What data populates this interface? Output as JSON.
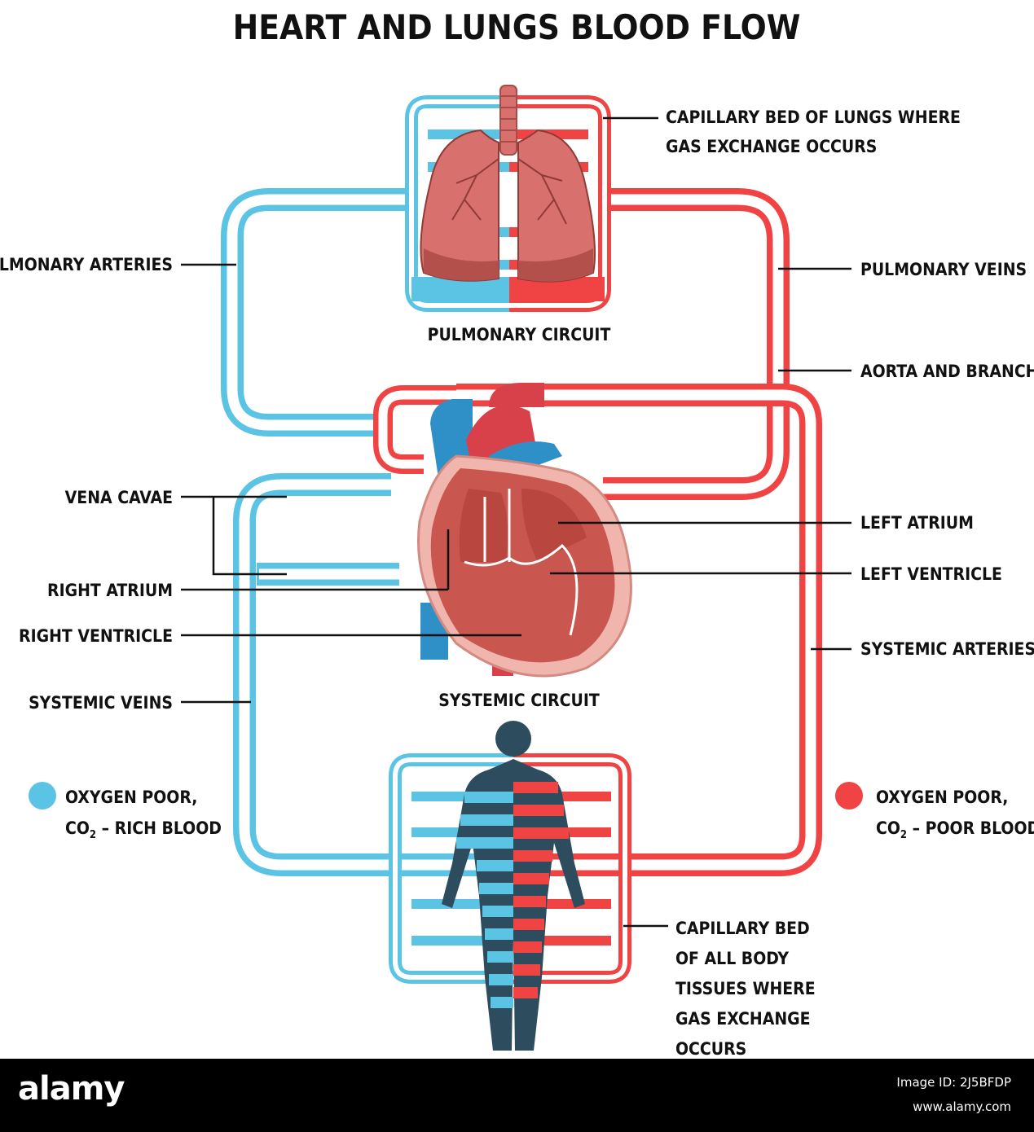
{
  "title": "HEART AND LUNGS BLOOD FLOW",
  "labels": {
    "capillary_lungs_1": "CAPILLARY BED OF LUNGS WHERE",
    "capillary_lungs_2": "GAS EXCHANGE OCCURS",
    "pulmonary_arteries": "PULMONARY ARTERIES",
    "pulmonary_veins": "PULMONARY VEINS",
    "pulmonary_circuit": "PULMONARY CIRCUIT",
    "aorta": "AORTA AND BRANCHES",
    "vena_cavae": "VENA CAVAE",
    "left_atrium": "LEFT ATRIUM",
    "left_ventricle": "LEFT VENTRICLE",
    "right_atrium": "RIGHT ATRIUM",
    "right_ventricle": "RIGHT VENTRICLE",
    "systemic_arteries": "SYSTEMIC ARTERIES",
    "systemic_veins": "SYSTEMIC VEINS",
    "systemic_circuit": "SYSTEMIC CIRCUIT",
    "capillary_body_1": "CAPILLARY BED",
    "capillary_body_2": "OF ALL BODY",
    "capillary_body_3": "TISSUES WHERE",
    "capillary_body_4": "GAS EXCHANGE",
    "capillary_body_5": "OCCURS"
  },
  "legend": {
    "blue_line1": "OXYGEN POOR,",
    "blue_co2": "CO",
    "blue_sub": "2",
    "blue_rest": " – RICH BLOOD",
    "red_line1": "OXYGEN POOR,",
    "red_co2": "CO",
    "red_sub": "2",
    "red_rest": " – POOR BLOOD"
  },
  "colors": {
    "blue": "#5bc4e4",
    "red": "#f04444",
    "lung": "#d8706e",
    "heart": "#c9574f",
    "body": "#2d4c5e"
  },
  "footer": {
    "brand": "alamy",
    "image_id": "Image ID: 2J5BFDP",
    "site": "www.alamy.com"
  }
}
